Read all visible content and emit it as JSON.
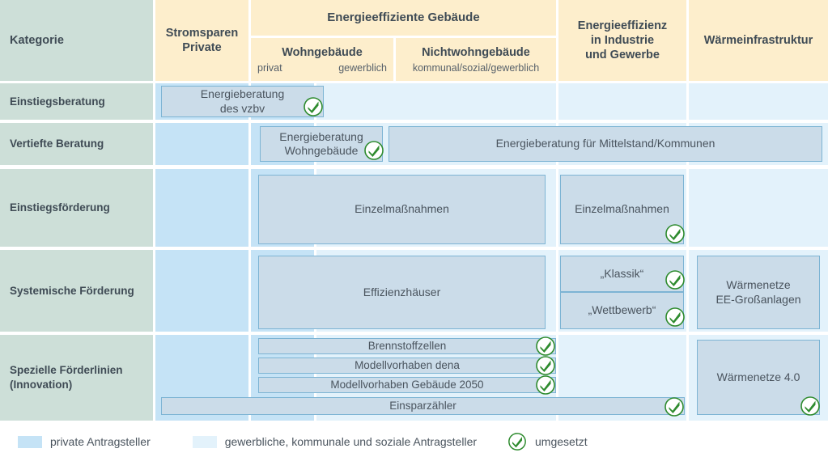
{
  "header": {
    "category_label": "Kategorie",
    "stromsparen": "Stromsparen\nPrivate",
    "stromsparen_l1": "Stromsparen",
    "stromsparen_l2": "Private",
    "energieeffiziente_gebaeude": "Energieeffiziente Gebäude",
    "wohngebaeude": "Wohngebäude",
    "wohngebaeude_sub_left": "privat",
    "wohngebaeude_sub_right": "gewerblich",
    "nichtwohngebaeude": "Nichtwohngebäude",
    "nichtwohngebaeude_sub": "kommunal/sozial/gewerblich",
    "industrie_l1": "Energieeffizienz",
    "industrie_l2": "in Industrie",
    "industrie_l3": "und Gewerbe",
    "waermeinfrastruktur": "Wärmeinfrastruktur"
  },
  "rows": [
    {
      "label": "Einstiegsberatung"
    },
    {
      "label": "Vertiefte Beratung"
    },
    {
      "label": "Einstiegsförderung"
    },
    {
      "label": "Systemische Förderung"
    },
    {
      "label_l1": "Spezielle Förderlinien",
      "label_l2": "(Innovation)"
    }
  ],
  "boxes": {
    "energieberatung_vzbv_l1": "Energieberatung",
    "energieberatung_vzbv_l2": "des vzbv",
    "energieberatung_wohngebaeude_l1": "Energieberatung",
    "energieberatung_wohngebaeude_l2": "Wohngebäude",
    "energieberatung_mittelstand": "Energieberatung für Mittelstand/Kommunen",
    "einzelmassnahmen_gebaeude": "Einzelmaßnahmen",
    "einzelmassnahmen_industrie": "Einzelmaßnahmen",
    "effizienzhaeuser": "Effizienzhäuser",
    "klassik": "„Klassik“",
    "wettbewerb": "„Wettbewerb“",
    "waermenetze_ee_l1": "Wärmenetze",
    "waermenetze_ee_l2": "EE-Großanlagen",
    "brennstoffzellen": "Brennstoffzellen",
    "modellvorhaben_dena": "Modellvorhaben dena",
    "modellvorhaben_gebaeude_2050": "Modellvorhaben Gebäude 2050",
    "einsparzaehler": "Einsparzähler",
    "waermenetze_40": "Wärmenetze 4.0"
  },
  "legend": [
    {
      "type": "swatch",
      "color": "#c5e3f6",
      "label": "private Antragsteller"
    },
    {
      "type": "swatch",
      "color": "#e3f2fb",
      "label": "gewerbliche, kommunale und soziale Antragsteller"
    },
    {
      "type": "check",
      "color": "#2e8b2e",
      "label": "umgesetzt"
    }
  ],
  "colors": {
    "category_bg": "#cddfd8",
    "header_bg": "#fdeecc",
    "private_bg": "#c5e3f6",
    "commercial_bg": "#e3f2fb",
    "box_fill": "#cbdce9",
    "box_border": "#7db4d4",
    "text": "#4a545e",
    "check_green": "#2e8b2e"
  }
}
